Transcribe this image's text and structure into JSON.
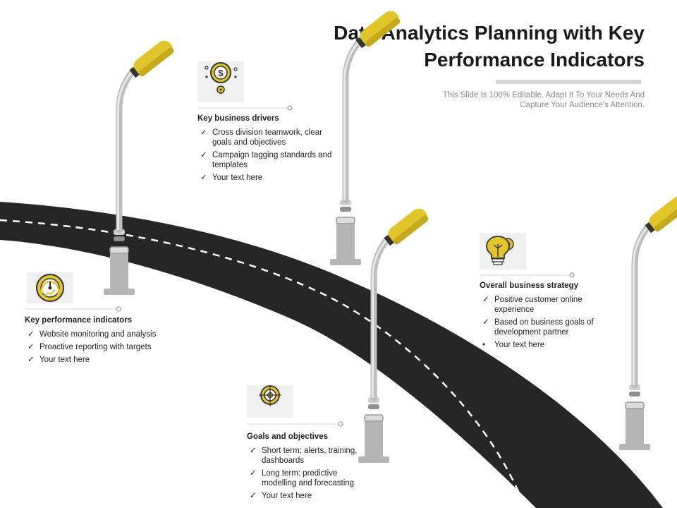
{
  "title": "Data Analytics Planning with Key Performance Indicators",
  "subtitle": "This Slide Is 100% Editable. Adapt It To Your Needs And Capture Your Audience's Attention.",
  "colors": {
    "road": "#262626",
    "lamp_head": "#e1c52b",
    "pole": "#cfcfcf",
    "accent": "#e1c52b"
  },
  "sections": {
    "kpi": {
      "heading": "Key performance indicators",
      "icon": "gauge-icon",
      "items": [
        {
          "mark": "✓",
          "text": "Website monitoring and analysis"
        },
        {
          "mark": "✓",
          "text": "Proactive reporting with targets"
        },
        {
          "mark": "✓",
          "text": "Your text here"
        }
      ]
    },
    "drivers": {
      "heading": "Key business drivers",
      "icon": "dollar-coin-icon",
      "items": [
        {
          "mark": "✓",
          "text": "Cross division teamwork, clear goals and objectives"
        },
        {
          "mark": "✓",
          "text": "Campaign tagging standards and templates"
        },
        {
          "mark": "✓",
          "text": "Your text here"
        }
      ]
    },
    "goals": {
      "heading": "Goals and objectives",
      "icon": "target-icon",
      "items": [
        {
          "mark": "✓",
          "text": "Short term: alerts, training, dashboards"
        },
        {
          "mark": "✓",
          "text": "Long term: predictive modelling and forecasting"
        },
        {
          "mark": "✓",
          "text": "Your text here"
        }
      ]
    },
    "strategy": {
      "heading": "Overall business strategy",
      "icon": "lightbulb-gear-icon",
      "items": [
        {
          "mark": "✓",
          "text": "Positive customer online experience"
        },
        {
          "mark": "✓",
          "text": "Based on business goals of development partner"
        },
        {
          "mark": "•",
          "text": "Your text here"
        }
      ]
    }
  }
}
